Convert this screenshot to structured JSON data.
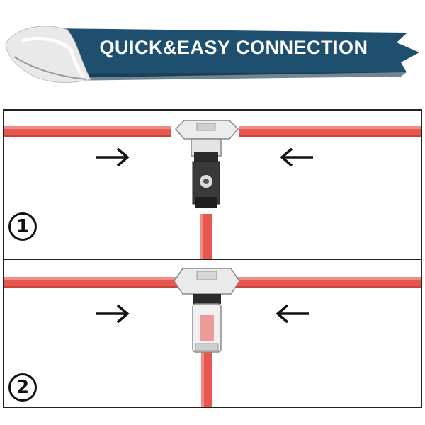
{
  "banner": {
    "title": "QUICK&EASY CONNECTION",
    "ribbon_color": "#1e4f6e"
  },
  "steps": [
    {
      "number": "1",
      "left_arrow_icon": "arrow-right-icon",
      "right_arrow_icon": "arrow-left-icon"
    },
    {
      "number": "2",
      "left_arrow_icon": "arrow-right-icon",
      "right_arrow_icon": "arrow-left-icon"
    }
  ],
  "colors": {
    "wire": "#e8574f",
    "wire_dark": "#c9443d",
    "connector_clear": "#e6e6e6",
    "connector_dark": "#2a2a2a",
    "border": "#222222"
  }
}
